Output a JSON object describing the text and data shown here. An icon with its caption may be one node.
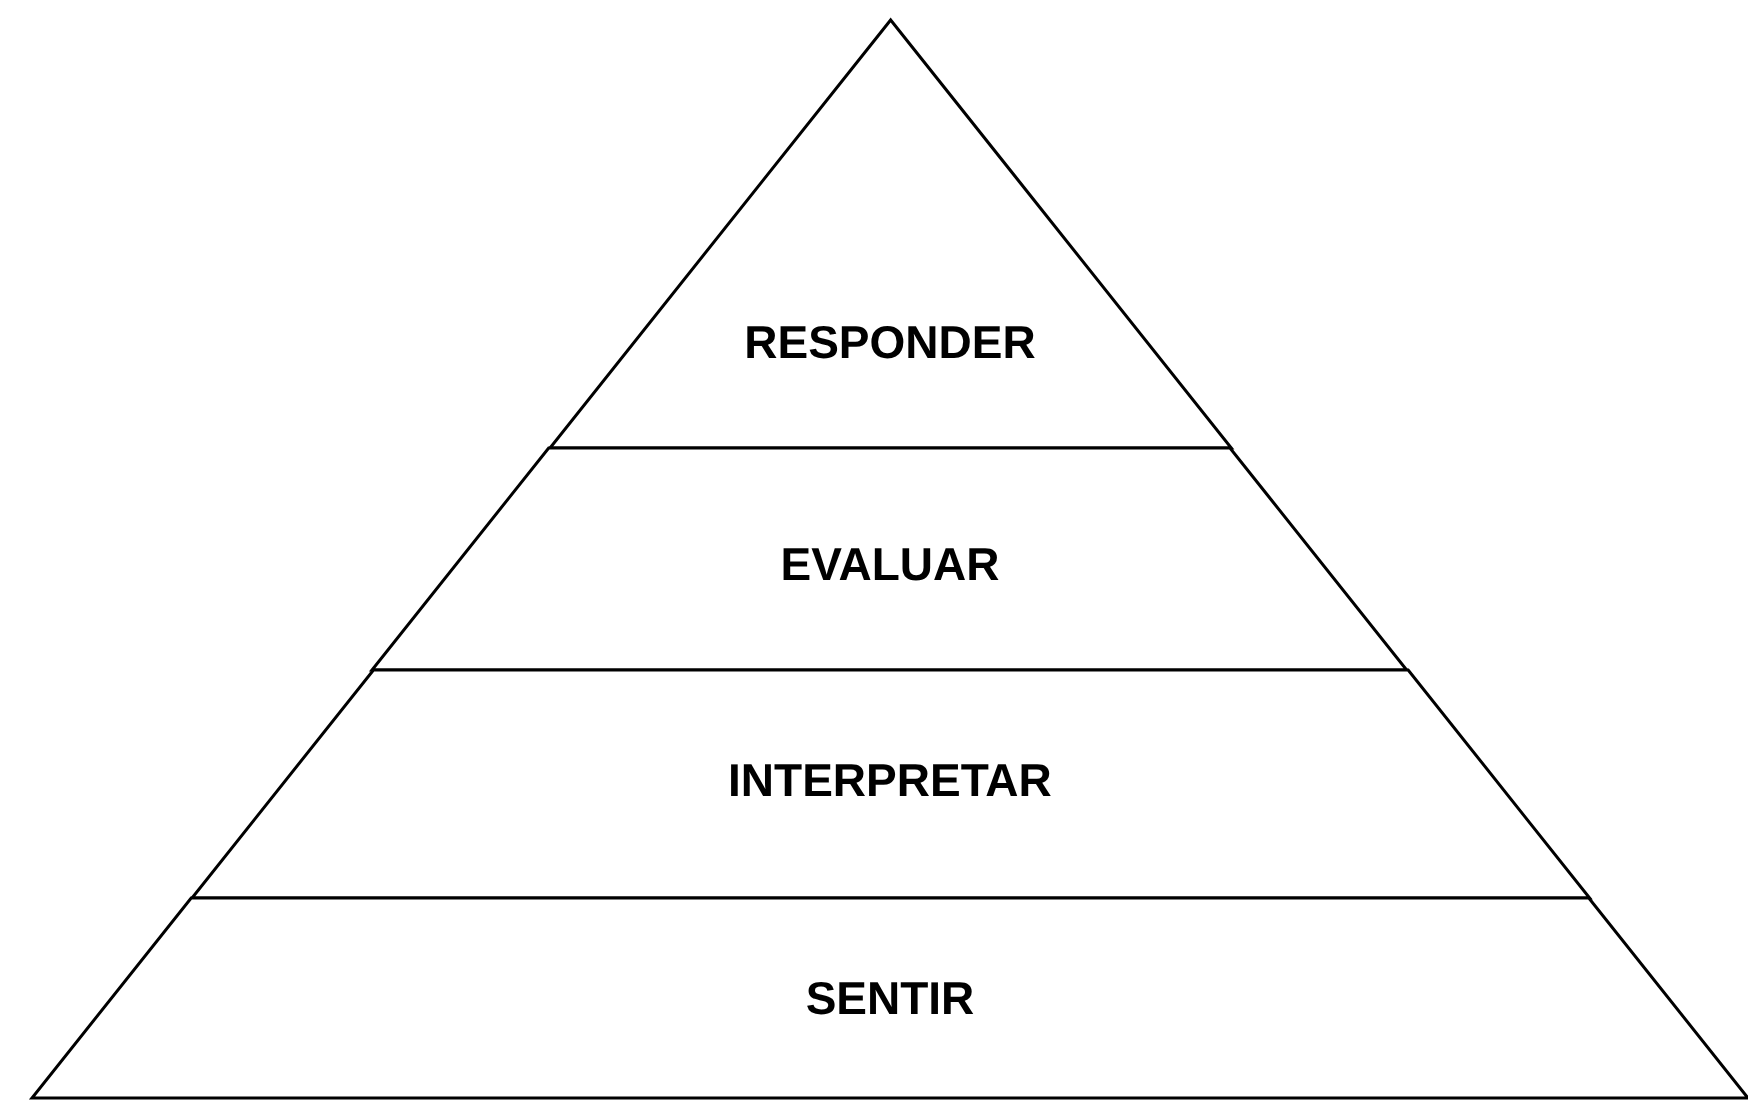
{
  "diagram": {
    "nodes": [
      {
        "text": [
          "RESPONDER"
        ]
      },
      {
        "text": [
          "EVALUAR"
        ]
      },
      {
        "text": [
          "INTERPRETAR"
        ]
      },
      {
        "text": [
          "SENTIR"
        ]
      }
    ]
  }
}
